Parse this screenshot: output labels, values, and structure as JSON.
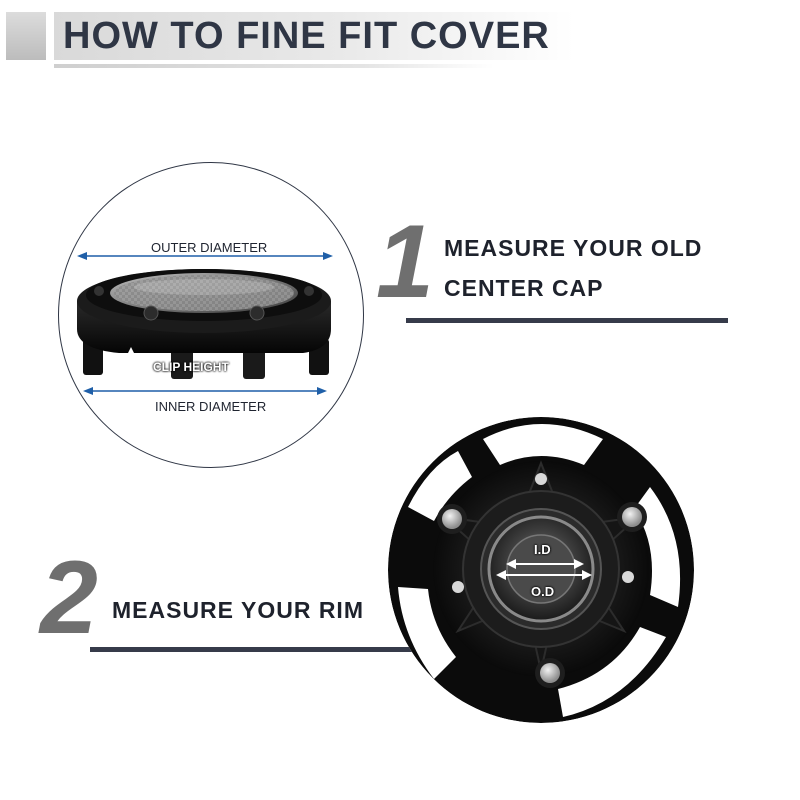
{
  "header": {
    "title": "HOW TO FINE FIT COVER"
  },
  "cap_diagram": {
    "outer_label": "OUTER DIAMETER",
    "clip_label": "CLIP HEIGHT",
    "inner_label": "INNER DIAMETER"
  },
  "rim_diagram": {
    "id_label": "I.D",
    "od_label": "O.D"
  },
  "steps": [
    {
      "number": "1",
      "lines": [
        "MEASURE YOUR OLD",
        "CENTER CAP"
      ]
    },
    {
      "number": "2",
      "lines": [
        "MEASURE YOUR RIM"
      ]
    }
  ],
  "colors": {
    "heading_text": "#2f3645",
    "rule": "#363b4a",
    "step_number": "#6f6f6f",
    "dimension_arrow": "#1f5fa8"
  }
}
